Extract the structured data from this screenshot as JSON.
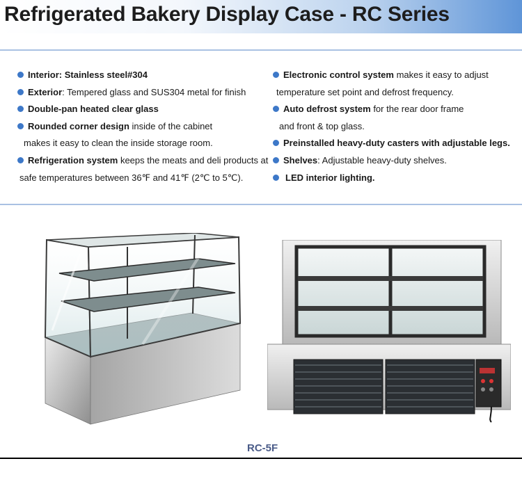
{
  "header": {
    "title": "Refrigerated Bakery Display Case - RC Series"
  },
  "features_left": [
    {
      "bold": "Interior: Stainless steel#304",
      "text": ""
    },
    {
      "bold": "Exterior",
      "text": ":  Tempered glass and SUS304 metal for finish"
    },
    {
      "bold": "Double-pan heated clear glass",
      "text": ""
    },
    {
      "bold": "Rounded corner design",
      "text": " inside of the cabinet",
      "cont": "makes it easy to clean the inside storage room."
    },
    {
      "bold": "Refrigeration system",
      "text": " keeps the meats and deli products at",
      "cont": "safe temperatures between 36℉ and 41℉ (2℃ to 5℃)."
    }
  ],
  "features_right": [
    {
      "bold": "Electronic control system",
      "text": " makes it easy to adjust",
      "cont": "temperature set point and defrost frequency."
    },
    {
      "bold": "Auto defrost system",
      "text": " for the rear door frame",
      "cont": "and front & top glass."
    },
    {
      "bold": "Preinstalled heavy-duty casters with adjustable legs.",
      "text": ""
    },
    {
      "bold": "Shelves",
      "text": ": Adjustable heavy-duty shelves."
    },
    {
      "bold": "LED interior lighting.",
      "text": ""
    }
  ],
  "product": {
    "model": "RC-5F"
  },
  "colors": {
    "bullet": "#3d78c8",
    "header_accent": "#5f95d8",
    "caption": "#4a5b88"
  }
}
